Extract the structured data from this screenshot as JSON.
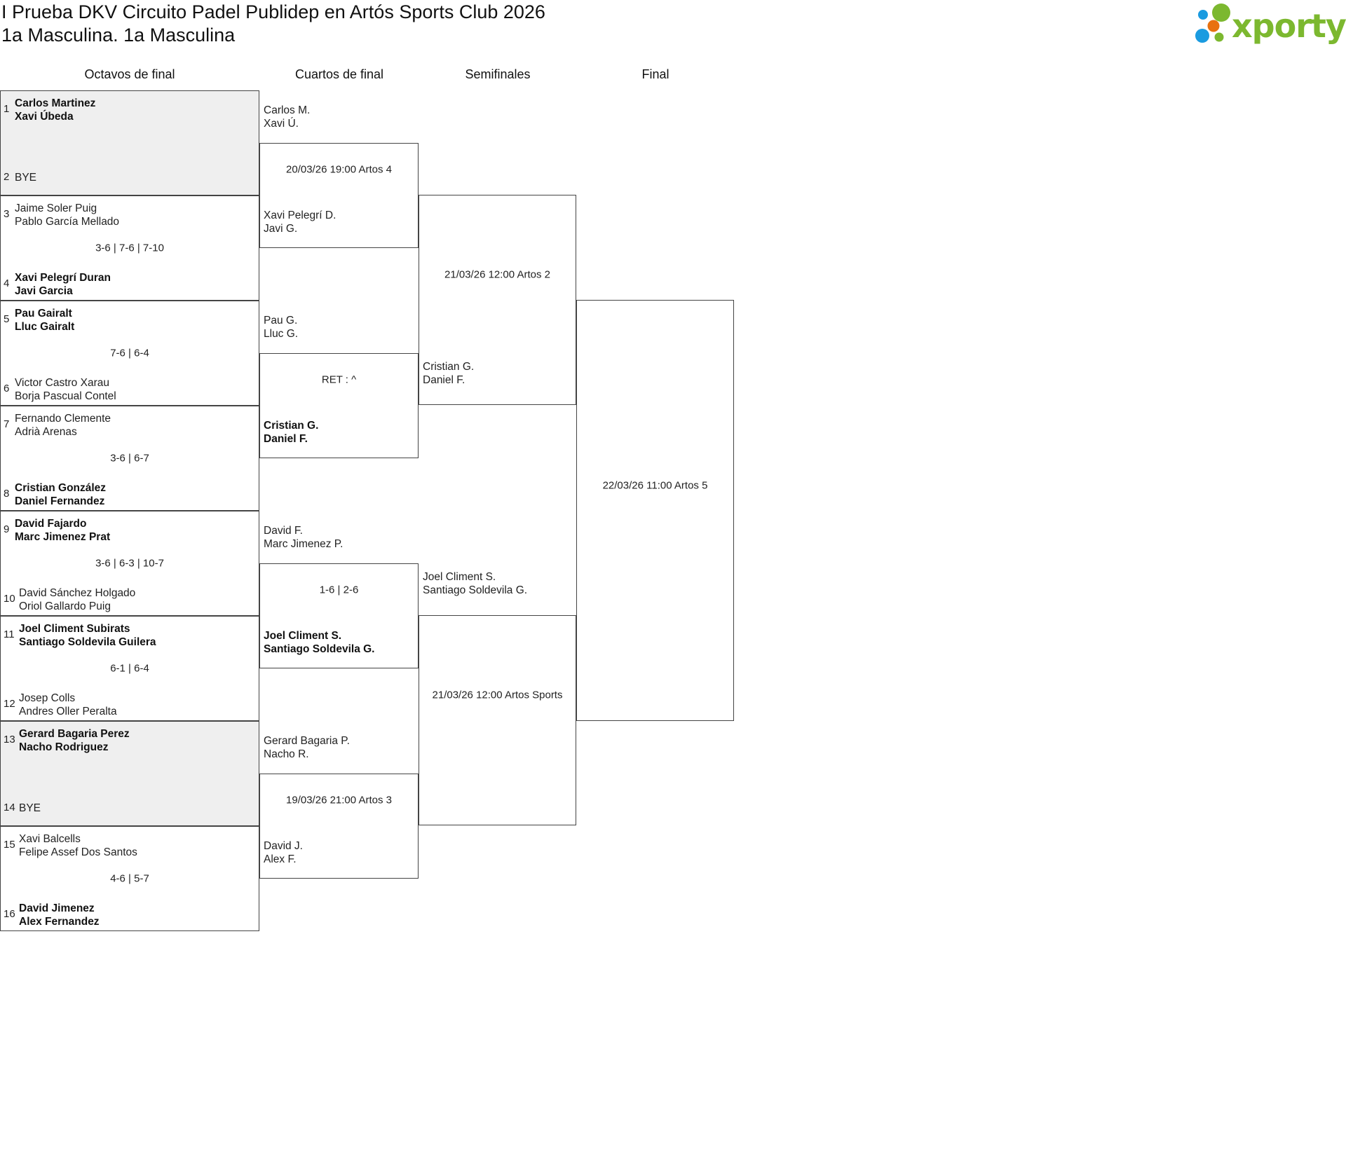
{
  "header": {
    "title": "I Prueba DKV Circuito Padel Publidep en Artós Sports Club 2026",
    "subtitle": "1a Masculina. 1a Masculina",
    "logo_text": "xporty"
  },
  "colors": {
    "logo_green": "#7cb82f",
    "logo_blue": "#1a9be0",
    "logo_orange": "#e8710f",
    "bye_bg": "#efefef",
    "border": "#444444"
  },
  "rounds": [
    {
      "label": "Octavos de final"
    },
    {
      "label": "Cuartos de final"
    },
    {
      "label": "Semifinales"
    },
    {
      "label": "Final"
    }
  ],
  "round_of_16": [
    {
      "top": {
        "seed": "1",
        "players": [
          "Carlos Martinez",
          "Xavi Úbeda"
        ],
        "winner": true
      },
      "bottom": {
        "seed": "2",
        "players": [
          "BYE"
        ],
        "winner": false
      },
      "score": ""
    },
    {
      "top": {
        "seed": "3",
        "players": [
          "Jaime Soler Puig",
          "Pablo García Mellado"
        ],
        "winner": false
      },
      "bottom": {
        "seed": "4",
        "players": [
          "Xavi Pelegrí Duran",
          "Javi Garcia"
        ],
        "winner": true
      },
      "score": "3-6 | 7-6 | 7-10"
    },
    {
      "top": {
        "seed": "5",
        "players": [
          "Pau Gairalt",
          "Lluc Gairalt"
        ],
        "winner": true
      },
      "bottom": {
        "seed": "6",
        "players": [
          "Victor Castro Xarau",
          "Borja Pascual Contel"
        ],
        "winner": false
      },
      "score": "7-6 | 6-4"
    },
    {
      "top": {
        "seed": "7",
        "players": [
          "Fernando Clemente",
          "Adrià Arenas"
        ],
        "winner": false
      },
      "bottom": {
        "seed": "8",
        "players": [
          "Cristian González",
          "Daniel Fernandez"
        ],
        "winner": true
      },
      "score": "3-6 | 6-7"
    },
    {
      "top": {
        "seed": "9",
        "players": [
          "David Fajardo",
          "Marc Jimenez Prat"
        ],
        "winner": true
      },
      "bottom": {
        "seed": "10",
        "players": [
          "David Sánchez Holgado",
          "Oriol Gallardo Puig"
        ],
        "winner": false
      },
      "score": "3-6 | 6-3 | 10-7"
    },
    {
      "top": {
        "seed": "11",
        "players": [
          "Joel Climent Subirats",
          "Santiago Soldevila Guilera"
        ],
        "winner": true
      },
      "bottom": {
        "seed": "12",
        "players": [
          "Josep Colls",
          "Andres Oller Peralta"
        ],
        "winner": false
      },
      "score": "6-1 | 6-4"
    },
    {
      "top": {
        "seed": "13",
        "players": [
          "Gerard Bagaria Perez",
          "Nacho Rodriguez"
        ],
        "winner": true
      },
      "bottom": {
        "seed": "14",
        "players": [
          "BYE"
        ],
        "winner": false
      },
      "score": ""
    },
    {
      "top": {
        "seed": "15",
        "players": [
          "Xavi Balcells",
          "Felipe Assef Dos Santos"
        ],
        "winner": false
      },
      "bottom": {
        "seed": "16",
        "players": [
          "David Jimenez",
          "Alex Fernandez"
        ],
        "winner": true
      },
      "score": "4-6 | 5-7"
    }
  ],
  "quarterfinals": [
    {
      "top": {
        "players": [
          "Carlos M.",
          "Xavi Ú."
        ],
        "winner": false
      },
      "bottom": {
        "players": [
          "Xavi Pelegrí D.",
          "Javi G."
        ],
        "winner": false
      },
      "info": "20/03/26 19:00 Artos 4"
    },
    {
      "top": {
        "players": [
          "Pau G.",
          "Lluc G."
        ],
        "winner": false
      },
      "bottom": {
        "players": [
          "Cristian G.",
          "Daniel F."
        ],
        "winner": true
      },
      "info": "RET : ^"
    },
    {
      "top": {
        "players": [
          "David F.",
          "Marc Jimenez P."
        ],
        "winner": false
      },
      "bottom": {
        "players": [
          "Joel Climent S.",
          "Santiago Soldevila G."
        ],
        "winner": true
      },
      "info": "1-6 | 2-6"
    },
    {
      "top": {
        "players": [
          "Gerard Bagaria P.",
          "Nacho R."
        ],
        "winner": false
      },
      "bottom": {
        "players": [
          "David J.",
          "Alex F."
        ],
        "winner": false
      },
      "info": "19/03/26 21:00 Artos 3"
    }
  ],
  "semifinals": [
    {
      "top": {
        "players": [],
        "winner": false
      },
      "bottom": {
        "players": [
          "Cristian G.",
          "Daniel F."
        ],
        "winner": false
      },
      "info": "21/03/26 12:00 Artos 2"
    },
    {
      "top": {
        "players": [
          "Joel Climent S.",
          "Santiago Soldevila G."
        ],
        "winner": false
      },
      "bottom": {
        "players": [],
        "winner": false
      },
      "info": "21/03/26 12:00 Artos Sports"
    }
  ],
  "final": [
    {
      "top": {
        "players": [],
        "winner": false
      },
      "bottom": {
        "players": [],
        "winner": false
      },
      "info": "22/03/26 11:00 Artos 5"
    }
  ]
}
